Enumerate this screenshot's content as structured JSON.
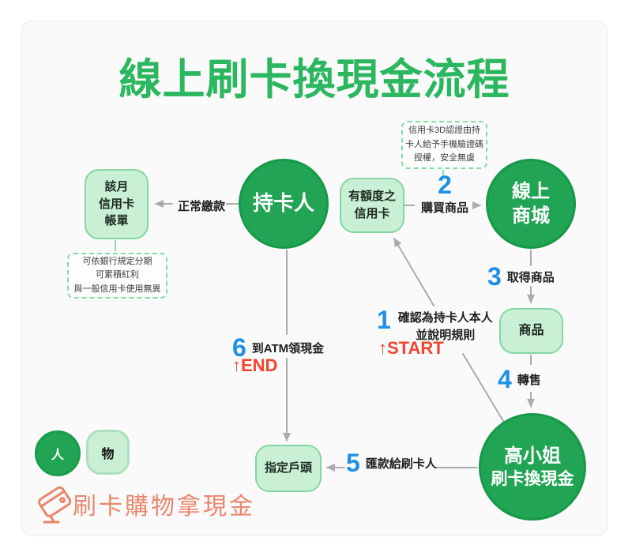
{
  "title": "線上刷卡換現金流程",
  "colors": {
    "title_green": "#2bb75f",
    "circle_green": "#21a454",
    "box_green_fill": "#c9f0d5",
    "box_green_border": "#84d6a1",
    "step_blue": "#1e90e9",
    "tag_red": "#f4432c",
    "arrow_gray": "#ababab",
    "logo_salmon": "#e8876d"
  },
  "nodes": {
    "cardholder": {
      "label": "持卡人"
    },
    "mall": {
      "line1": "線上",
      "line2": "商城"
    },
    "bill": {
      "line1": "該月",
      "line2": "信用卡",
      "line3": "帳單"
    },
    "credit_card": {
      "line1": "有額度之",
      "line2": "信用卡"
    },
    "product": {
      "label": "商品"
    },
    "account": {
      "label": "指定戶頭"
    },
    "dealer": {
      "line1": "高小姐",
      "line2": "刷卡換現金"
    }
  },
  "notes": {
    "auth": {
      "line1": "信用卡3D認證由持",
      "line2": "卡人給予手機驗證碼",
      "line3": "授權，安全無虞"
    },
    "bill": {
      "line1": "可依銀行規定分期",
      "line2": "可累積紅利",
      "line3": "與一般信用卡使用無異"
    }
  },
  "edges": {
    "pay": {
      "label": "正常繳款"
    },
    "step1": {
      "num": "1",
      "line1": "確認為持卡人本人",
      "line2": "並說明規則",
      "tag": "↑START"
    },
    "step2": {
      "num": "2",
      "label": "購買商品"
    },
    "step3": {
      "num": "3",
      "label": "取得商品"
    },
    "step4": {
      "num": "4",
      "label": "轉售"
    },
    "step5": {
      "num": "5",
      "label": "匯款給刷卡人"
    },
    "step6": {
      "num": "6",
      "label": "到ATM領現金",
      "tag": "↑END"
    }
  },
  "legend": {
    "person": "人",
    "thing": "物"
  },
  "logo": {
    "text": "刷卡購物拿現金"
  }
}
